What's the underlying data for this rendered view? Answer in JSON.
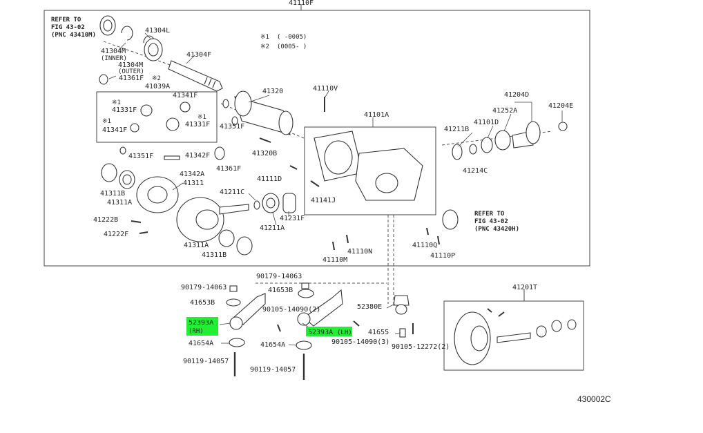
{
  "diagram": {
    "figure_id": "430002C",
    "highlight_color": "#22ee33",
    "groups": {
      "main_assembly": "41110F",
      "ring_pinion_set": "41201T"
    },
    "notes": {
      "mark1": "※1",
      "mark1_range": "(    -0005)",
      "mark2": "※2",
      "mark2_range": "(0005-    )"
    },
    "refs": {
      "top_line1": "REFER TO",
      "top_line2": "FIG 43-02",
      "top_line3": "(PNC 43410M)",
      "right_line1": "REFER TO",
      "right_line2": "FIG 43-02",
      "right_line3": "(PNC 43420H)"
    },
    "labels": {
      "p41304L": "41304L",
      "p41304M": "41304M",
      "p41304M_inner": "(INNER)",
      "p41304F": "41304F",
      "p41304M2": "41304M",
      "p41304M_outer": "(OUTER)",
      "p41361F_a": "41361F",
      "p41039A_mark": "※2",
      "p41039A": "41039A",
      "p41341F_a": "41341F",
      "p41331F_a": "41331F",
      "p41341F_b": "41341F",
      "p41331F_b": "41331F",
      "p41351F_a": "41351F",
      "p41351F_b": "41351F",
      "p41342F": "41342F",
      "p41342A": "41342A",
      "p41361F_b": "41361F",
      "p41311B": "41311B",
      "p41311A": "41311A",
      "p41311": "41311",
      "p41320": "41320",
      "p41320B": "41320B",
      "p41110V": "41110V",
      "p41101A": "41101A",
      "p41111D": "41111D",
      "p41141J": "41141J",
      "p41211C": "41211C",
      "p41211A": "41211A",
      "p41231F": "41231F",
      "p41222B": "41222B",
      "p41222F": "41222F",
      "p41311A_b": "41311A",
      "p41311B_b": "41311B",
      "p41110M": "41110M",
      "p41110N": "41110N",
      "p41110Q": "41110Q",
      "p41110P": "41110P",
      "p41211B": "41211B",
      "p41214C": "41214C",
      "p41101D": "41101D",
      "p41252A": "41252A",
      "p41204D": "41204D",
      "p41204E": "41204E",
      "p90179_a": "90179-14063",
      "p90179_b": "90179-14063",
      "p41653B_a": "41653B",
      "p41653B_b": "41653B",
      "p90105_14090": "90105-14090(2)",
      "p90105_14090_3": "90105-14090(3)",
      "p52380E": "52380E",
      "p52393A_rh": "52393A",
      "p52393A_rh_side": "(RH)",
      "p52393A_lh": "52393A",
      "p52393A_lh_side": "(LH)",
      "p41654A_a": "41654A",
      "p41654A_b": "41654A",
      "p41655": "41655",
      "p90105_12272": "90105-12272(2)",
      "p90119_a": "90119-14057",
      "p90119_b": "90119-14057",
      "p41201T": "41201T"
    }
  }
}
